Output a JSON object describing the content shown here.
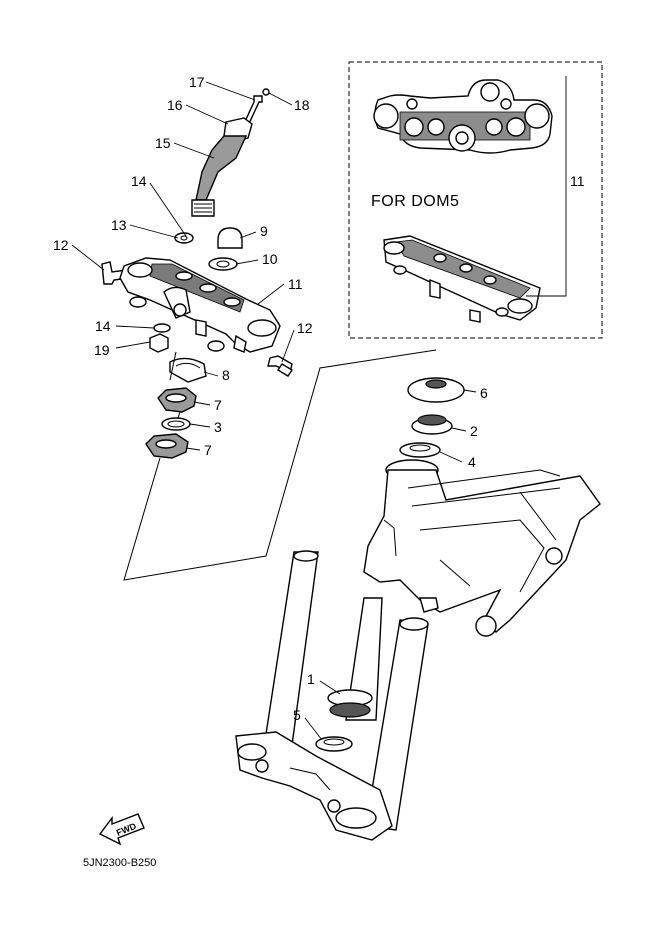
{
  "callouts": {
    "c17": "17",
    "c18": "18",
    "c16": "16",
    "c15": "15",
    "c14a": "14",
    "c13": "13",
    "c9": "9",
    "c12a": "12",
    "c10": "10",
    "c11a": "11",
    "c14b": "14",
    "c12b": "12",
    "c19": "19",
    "c8": "8",
    "c7a": "7",
    "c3": "3",
    "c7b": "7",
    "c6": "6",
    "c2": "2",
    "c4": "4",
    "c1": "1",
    "c5": "5",
    "c11b": "11"
  },
  "variant_label": "FOR DOM5",
  "fwd_label": "FWD",
  "diagram_code": "5JN2300-B250"
}
